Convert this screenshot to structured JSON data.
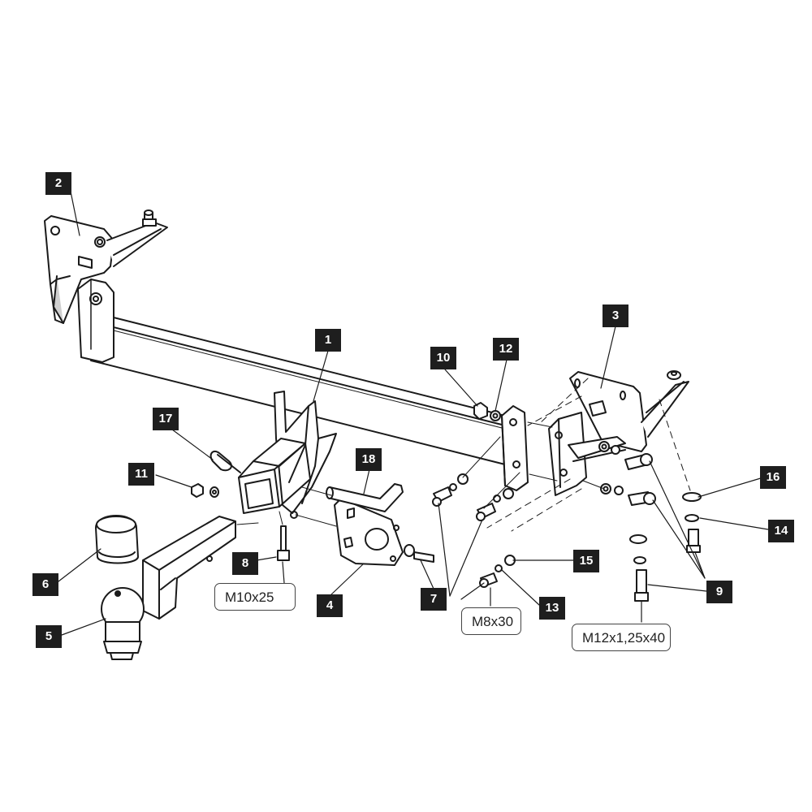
{
  "callouts": {
    "c1": "1",
    "c2": "2",
    "c3": "3",
    "c4": "4",
    "c5": "5",
    "c6": "6",
    "c7": "7",
    "c8": "8",
    "c9": "9",
    "c10": "10",
    "c11": "11",
    "c12": "12",
    "c13": "13",
    "c14": "14",
    "c15": "15",
    "c16": "16",
    "c17": "17",
    "c18": "18"
  },
  "bolt_sizes": {
    "m10": "M10x25",
    "m8": "M8x30",
    "m12": "M12x1,25x40"
  },
  "colors": {
    "line": "#1a1a1a",
    "callout_bg": "#1e1e1e",
    "callout_text": "#ffffff"
  }
}
